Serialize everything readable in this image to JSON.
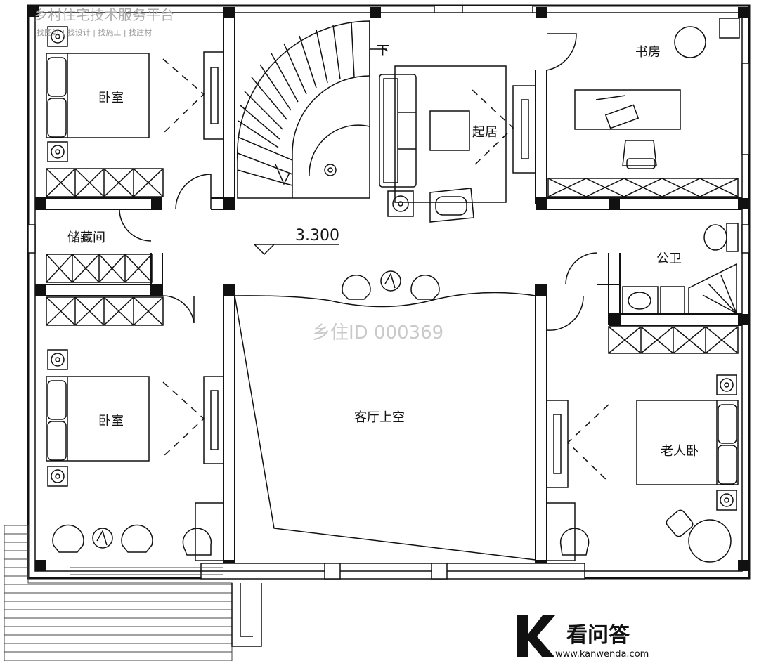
{
  "watermark": {
    "platform": "乡村住宅技术服务平台",
    "platform_tags": "找图纸 | 找设计 | 找施工 | 找建材",
    "plan_id": "乡住ID 000369"
  },
  "rooms": {
    "bedroom_nw": "卧室",
    "bedroom_sw": "卧室",
    "study": "书房",
    "living": "起居",
    "storage": "储藏间",
    "bathroom": "公卫",
    "void": "客厅上空",
    "elder_bedroom": "老人卧"
  },
  "stair_label": "下",
  "elevation": "3.300",
  "site_logo": {
    "name": "看问答",
    "url": "www.kanwenda.com"
  },
  "colors": {
    "line": "#111111",
    "watermark": "#c9c9c9",
    "background": "#ffffff"
  }
}
